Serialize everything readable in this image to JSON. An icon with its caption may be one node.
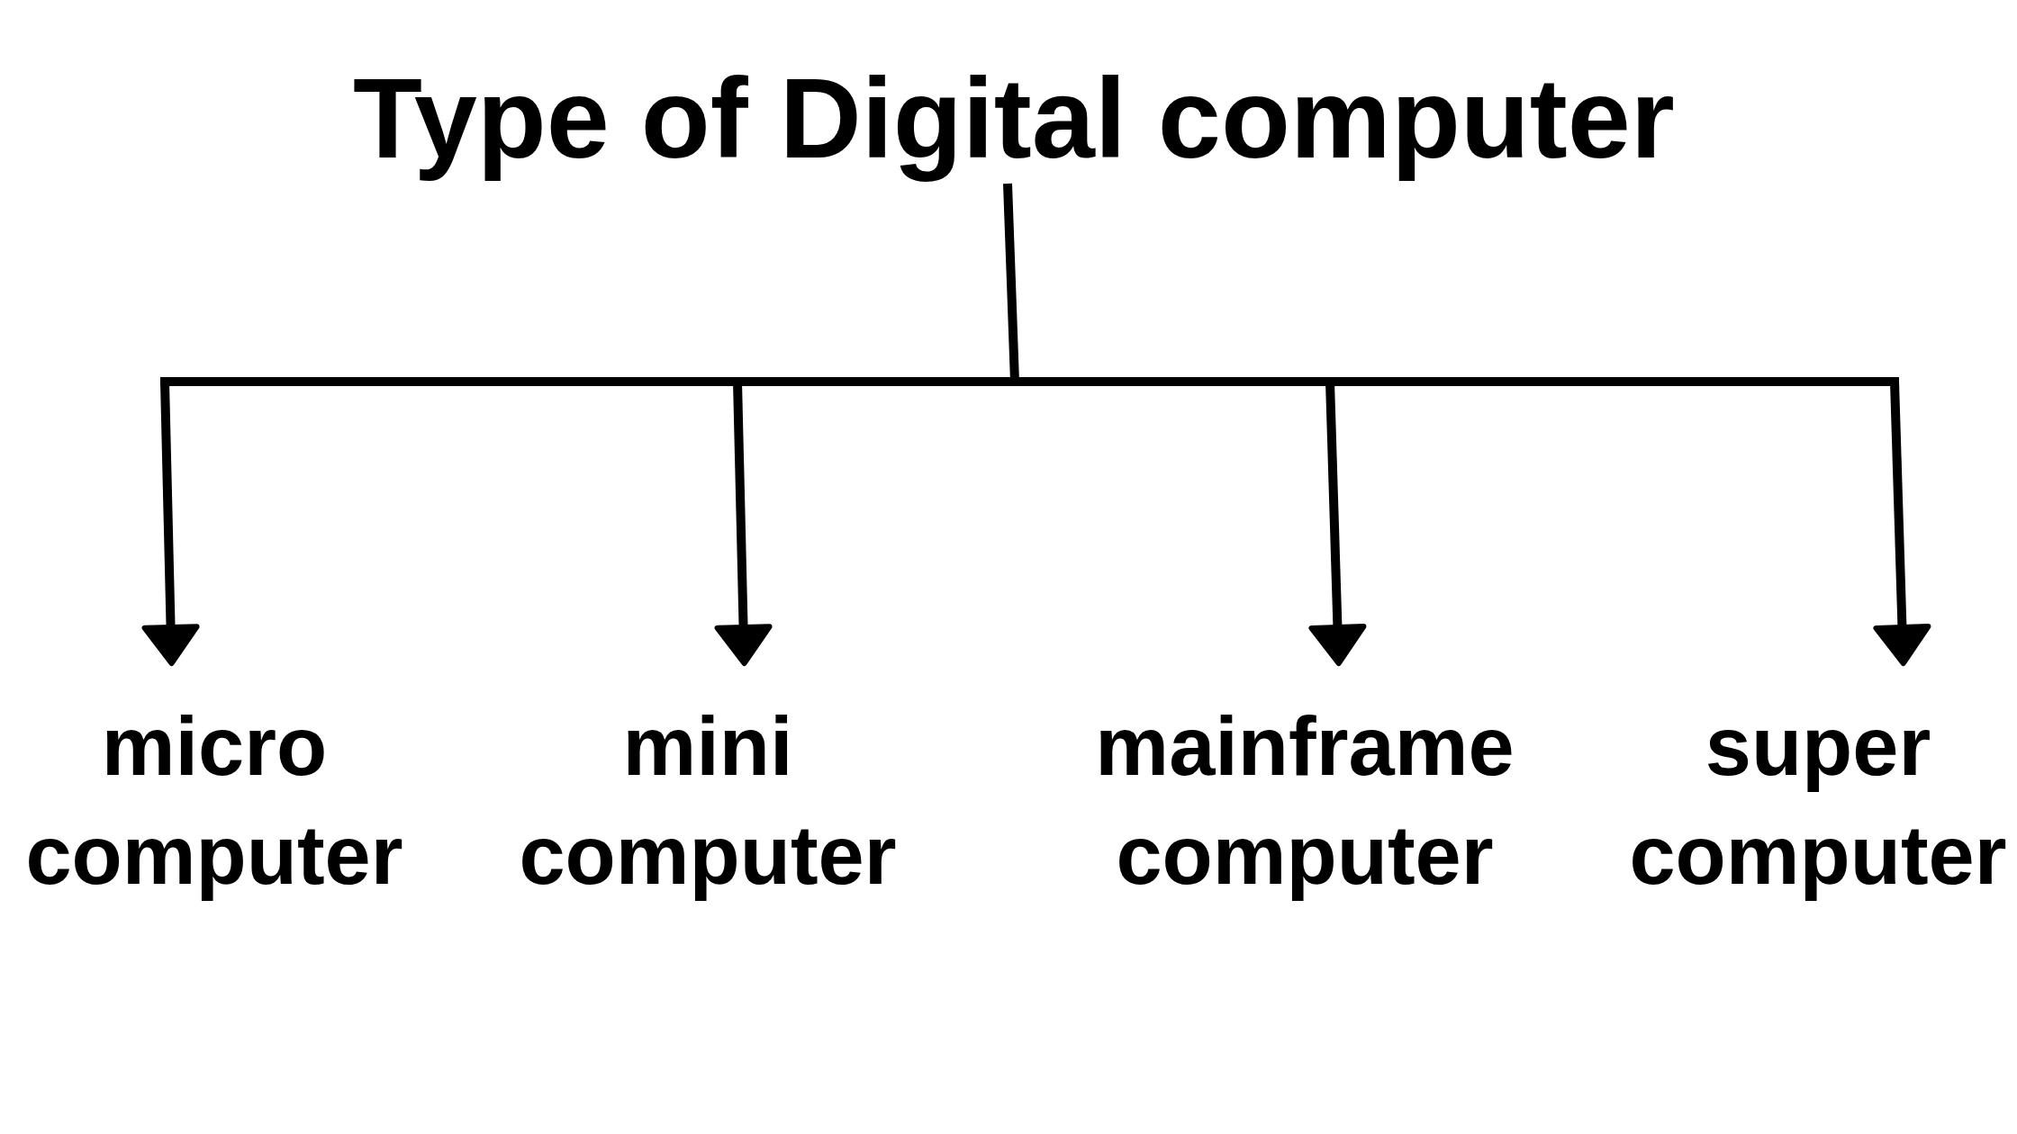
{
  "diagram": {
    "nodes": [
      {
        "text": [
          "Type of Digital computer"
        ]
      },
      {
        "text": [
          "micro computer"
        ]
      },
      {
        "text": [
          "mini computer"
        ]
      },
      {
        "text": [
          "mainframe computer"
        ]
      },
      {
        "text": [
          "super computer"
        ]
      }
    ],
    "edges": [
      {
        "from": 0,
        "to": 1,
        "arrow": "to"
      },
      {
        "from": 0,
        "to": 2,
        "arrow": "to"
      },
      {
        "from": 0,
        "to": 3,
        "arrow": "to"
      },
      {
        "from": 0,
        "to": 4,
        "arrow": "to"
      }
    ]
  }
}
